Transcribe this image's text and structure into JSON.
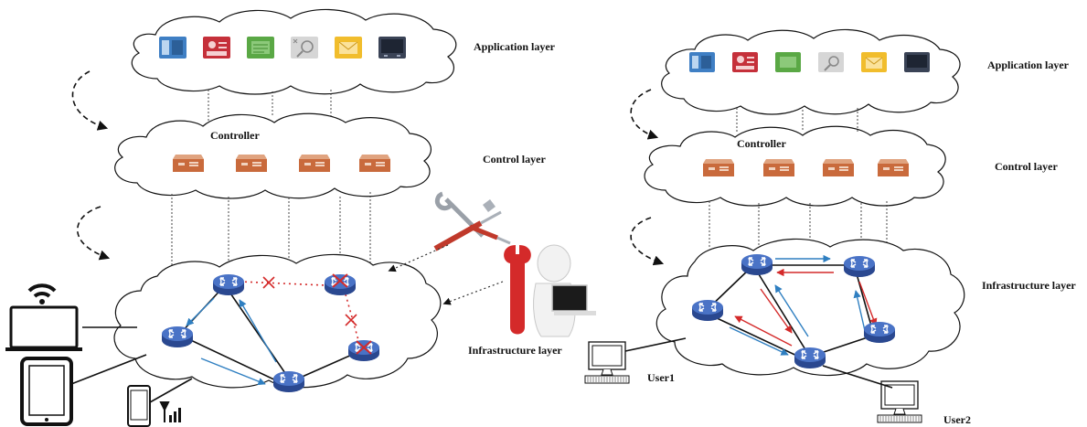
{
  "left_diagram": {
    "application_layer": "Application layer",
    "control_layer": "Control layer",
    "infrastructure_layer": "Infrastructure layer",
    "controller": "Controller"
  },
  "right_diagram": {
    "application_layer": "Application layer",
    "control_layer": "Control layer",
    "infrastructure_layer": "Infrastructure layer",
    "controller": "Controller",
    "user1": "User1",
    "user2": "User2"
  },
  "colors": {
    "app_icons": [
      "#3f7fc4",
      "#c5303a",
      "#5aa845",
      "#bdbdbd",
      "#f1bd2c",
      "#3a4356"
    ],
    "server": "#c96a3c",
    "router": "#3b5fb0",
    "flow_blue": "#2f7fc1",
    "flow_red": "#d42a2a",
    "failure_mark": "#d42a2a"
  },
  "icons": [
    "app-phone-icon",
    "app-contacts-icon",
    "app-message-icon",
    "app-search-icon",
    "app-mail-icon",
    "app-monitor-icon",
    "server-icon",
    "router-icon",
    "wifi-icon",
    "laptop-icon",
    "tablet-icon",
    "phone-icon",
    "signal-icon",
    "tools-icon",
    "technician-icon",
    "desktop-computer-icon"
  ]
}
